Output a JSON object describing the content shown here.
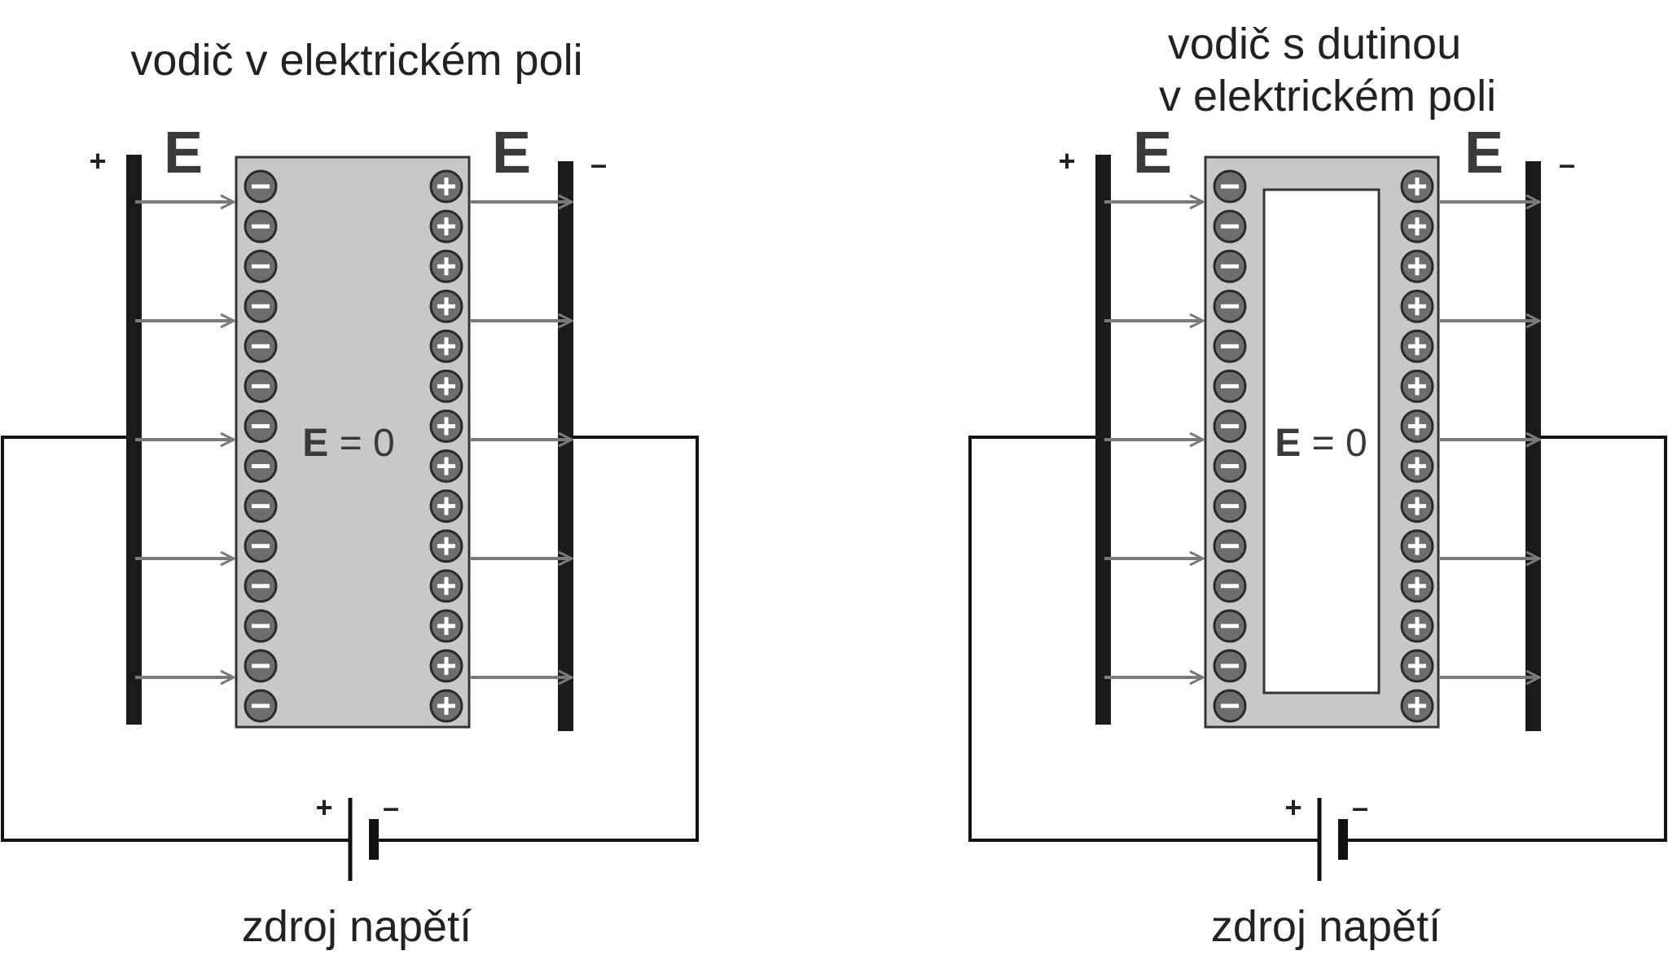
{
  "panels": [
    {
      "title_lines": [
        "vodič v elektrickém poli"
      ],
      "field_label": "E",
      "plate_plus": "+",
      "plate_minus": "–",
      "inner_field": {
        "symbol": "E",
        "rest": " = 0"
      },
      "battery_plus": "+",
      "battery_minus": "–",
      "caption": "zdroj napětí",
      "has_cavity": false
    },
    {
      "title_lines": [
        "vodič s dutinou",
        "v elektrickém poli"
      ],
      "field_label": "E",
      "plate_plus": "+",
      "plate_minus": "–",
      "inner_field": {
        "symbol": "E",
        "rest": " = 0"
      },
      "battery_plus": "+",
      "battery_minus": "–",
      "caption": "zdroj napětí",
      "has_cavity": true
    }
  ],
  "charges_per_side": 14,
  "arrows_per_side": 5,
  "colors": {
    "plate": "#1a1a1a",
    "conductor_fill": "#c8c8c8",
    "arrow": "#7a7a7a",
    "charge_fill": "#6e6e6e",
    "wire": "#111111"
  }
}
